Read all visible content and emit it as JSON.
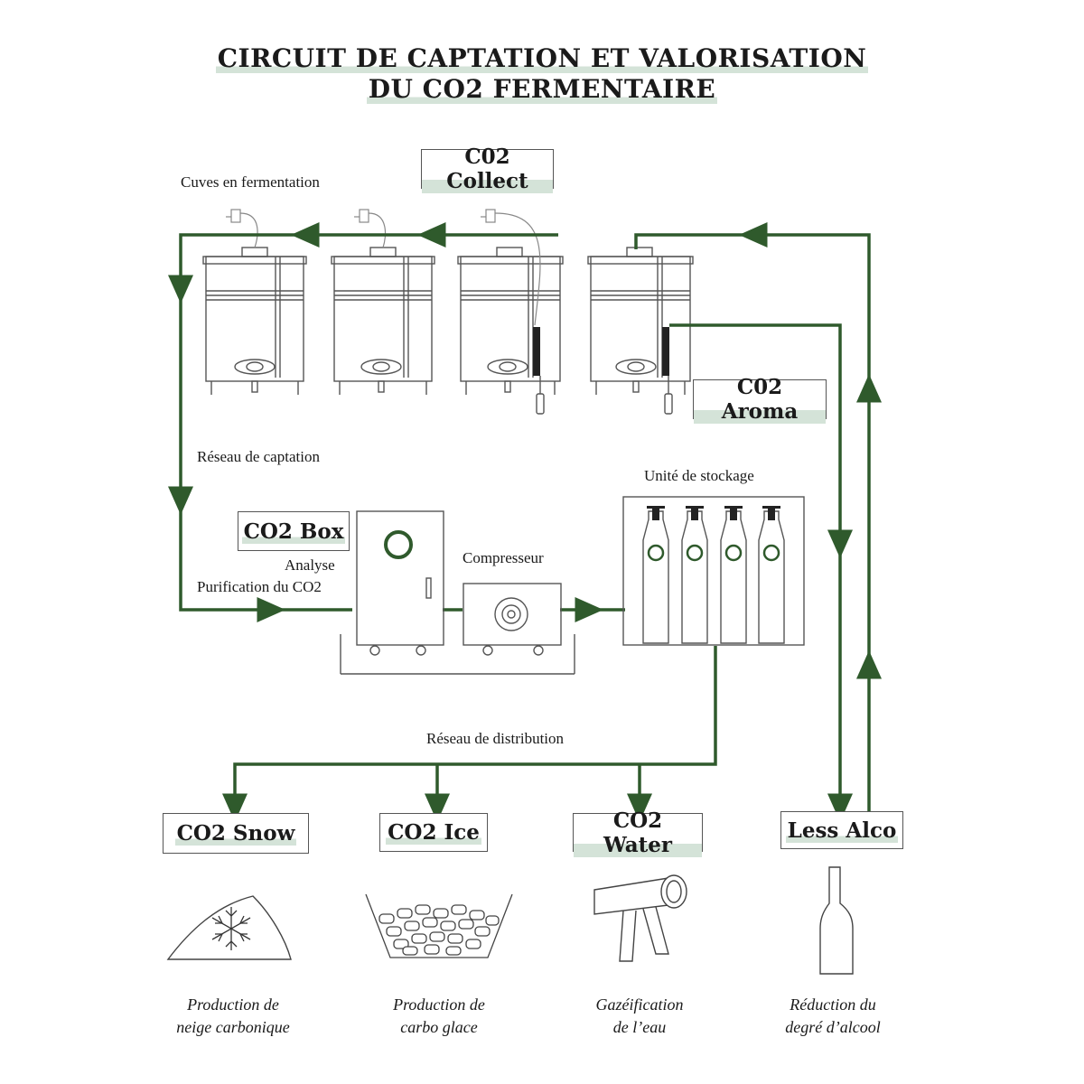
{
  "title": {
    "line1": "CIRCUIT DE CAPTATION ET VALORISATION",
    "line2": "DU CO2 FERMENTAIRE"
  },
  "modules": {
    "collect": "C02 Collect",
    "aroma": "C02 Aroma",
    "box": "CO2 Box",
    "snow": "CO2 Snow",
    "ice": "CO2 Ice",
    "water": "CO2 Water",
    "less_alco": "Less Alco"
  },
  "labels": {
    "cuves": "Cuves en fermentation",
    "reseau_captation": "Réseau de captation",
    "stockage": "Unité de stockage",
    "analyse": "Analyse",
    "purification": "Purification du CO2",
    "compresseur": "Compresseur",
    "reseau_distribution": "Réseau de distribution"
  },
  "captions": {
    "snow": [
      "Production de",
      "neige carbonique"
    ],
    "ice": [
      "Production de",
      "carbo glace"
    ],
    "water": [
      "Gazéification",
      "de l’eau"
    ],
    "less_alco": [
      "Réduction du",
      "degré d’alcool"
    ]
  },
  "colors": {
    "pipe": "#2f5a2c",
    "line": "#555555",
    "highlight": "#d4e3d8"
  },
  "icons": [
    "snow-pile-icon",
    "ice-basket-icon",
    "water-gun-icon",
    "bottle-icon"
  ]
}
